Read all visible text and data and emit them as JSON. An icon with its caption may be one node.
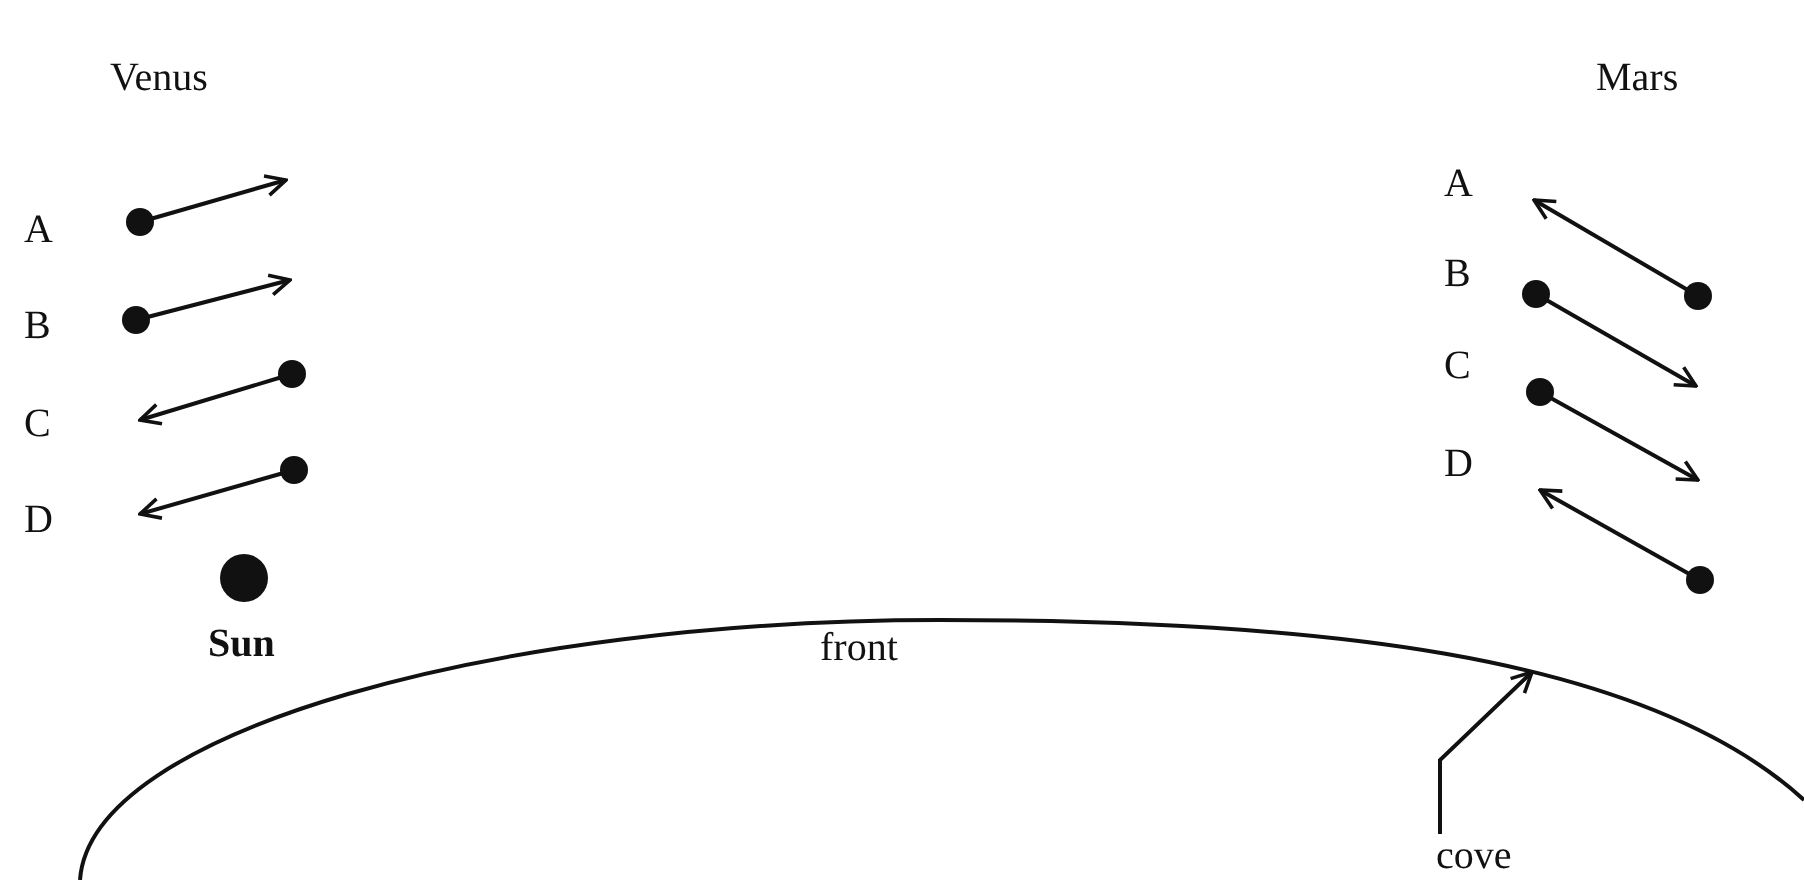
{
  "diagram": {
    "nodes": [
      {
        "text": [
          "front"
        ]
      },
      {
        "text": [
          "cove"
        ],
        "in": 0
      }
    ],
    "edges": [
      {
        "from": 1,
        "to": 0,
        "arrow": "to"
      }
    ],
    "labels": [
      "Venus",
      "A",
      "B",
      "C",
      "D",
      "Sun",
      "Mars",
      "A",
      "B",
      "C",
      "D"
    ]
  }
}
